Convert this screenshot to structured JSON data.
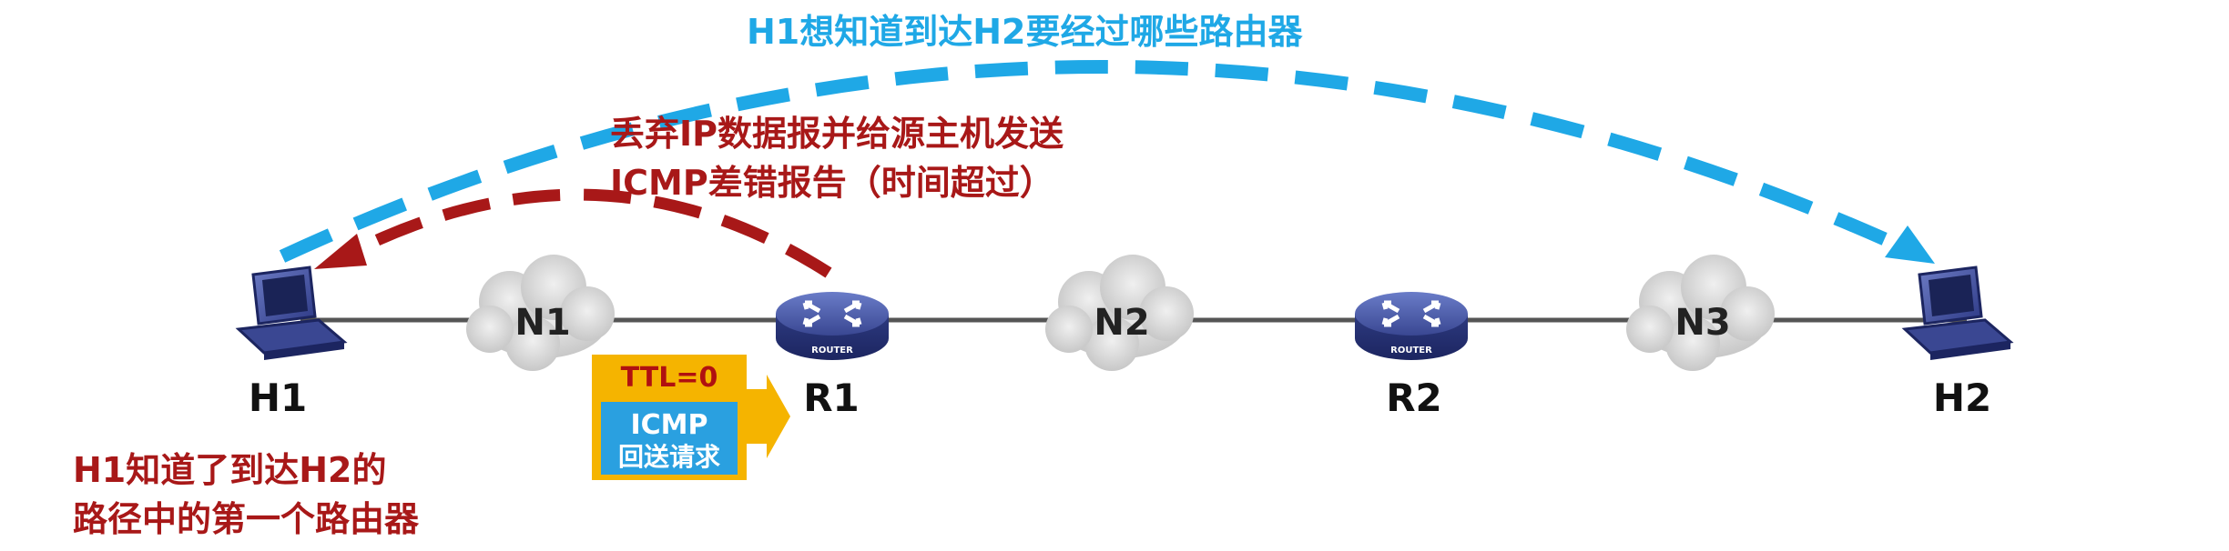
{
  "top_annotation": "H1想知道到达H2要经过哪些路由器",
  "discard_annotation": {
    "line1": "丢弃IP数据报并给源主机发送",
    "line2": "ICMP差错报告（时间超过）"
  },
  "nodes": {
    "h1": "H1",
    "h2": "H2",
    "r1": "R1",
    "r2": "R2",
    "n1": "N1",
    "n2": "N2",
    "n3": "N3"
  },
  "router_caption": "ROUTER",
  "packet": {
    "ttl": "TTL=0",
    "line1": "ICMP",
    "line2": "回送请求"
  },
  "conclusion": {
    "line1": "H1知道了到达H2的",
    "line2": "路径中的第一个路由器"
  },
  "colors": {
    "blue_arrow": "#1fa8e6",
    "red_arrow": "#a81818",
    "red_text": "#a81818",
    "blue_text": "#1fa8e6",
    "packet_orange": "#f5b400",
    "packet_blue": "#2aa0e0",
    "cloud": "#d9d9d9",
    "router": "#3f4e9c"
  }
}
